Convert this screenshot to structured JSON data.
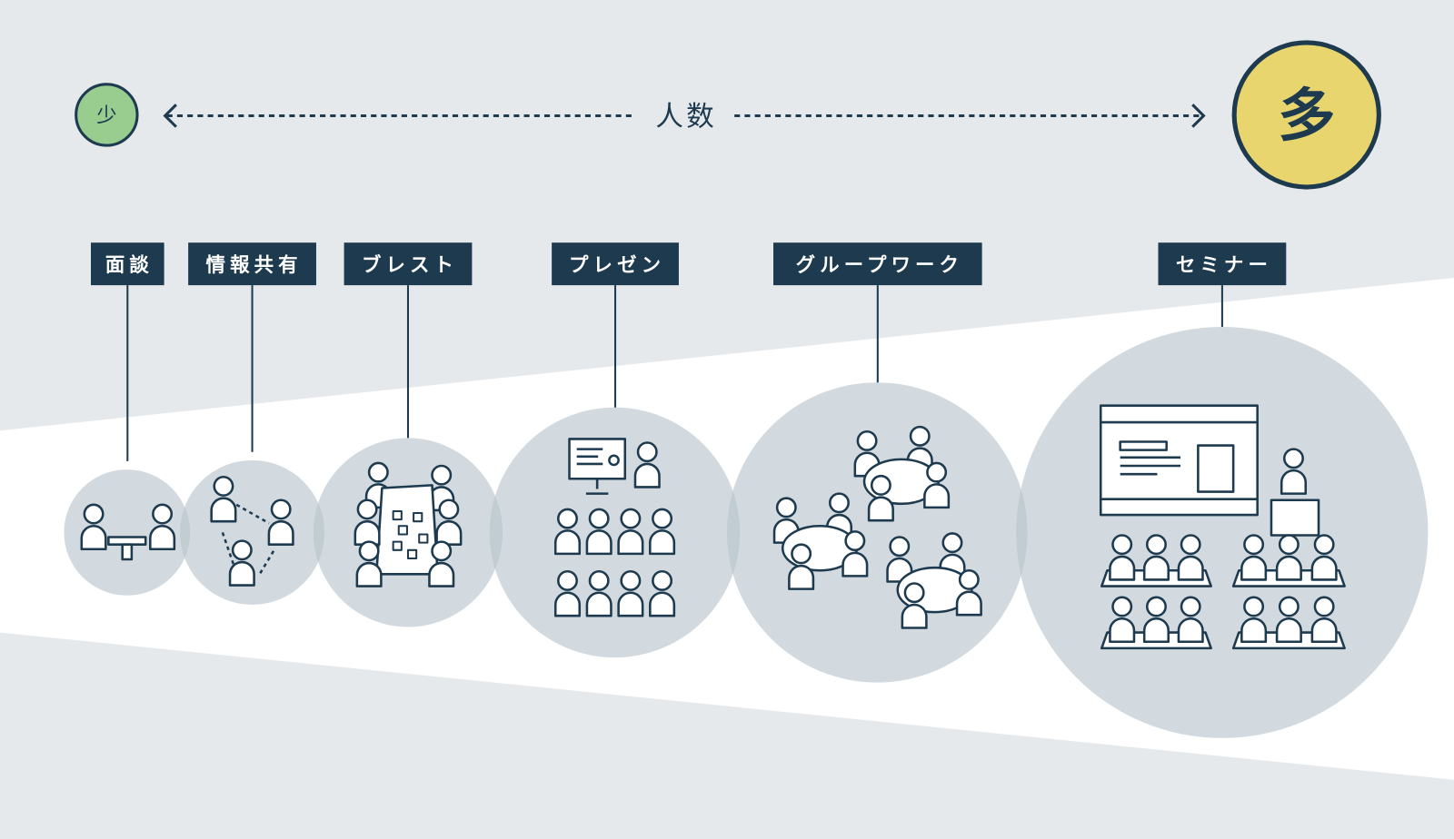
{
  "axis": {
    "label": "人数",
    "min_label": "少",
    "max_label": "多"
  },
  "colors": {
    "ink": "#1d3a4f",
    "few": "#99cc8f",
    "many": "#e8d56e",
    "circle": "#b8c3cb",
    "background": "#e6e9ec"
  },
  "categories": [
    {
      "label": "面談"
    },
    {
      "label": "情報共有"
    },
    {
      "label": "ブレスト"
    },
    {
      "label": "プレゼン"
    },
    {
      "label": "グループワーク"
    },
    {
      "label": "セミナー"
    }
  ]
}
